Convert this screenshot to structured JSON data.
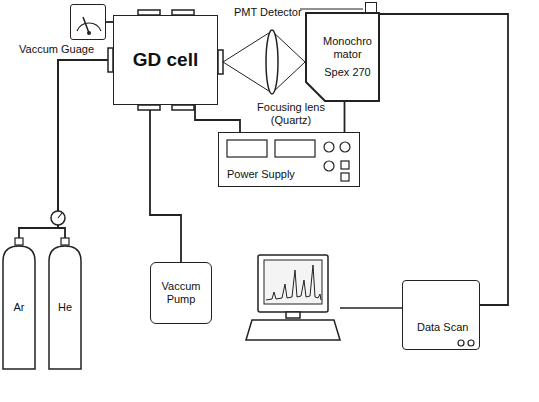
{
  "diagram": {
    "nodes": [
      {
        "text": [
          "Vaccum Guage"
        ]
      },
      {
        "text": [
          "GD cell"
        ]
      },
      {
        "text": [
          "PMT Detector"
        ]
      },
      {
        "text": [
          "Monochro mator",
          "Spex 270"
        ]
      },
      {
        "text": [
          "Power Supply"
        ]
      },
      {
        "text": [
          "Ar"
        ]
      },
      {
        "text": [
          "He"
        ]
      },
      {
        "text": [
          "Vaccum Pump"
        ]
      },
      {
        "text": [
          "Data Scan"
        ]
      }
    ],
    "edges": [
      {
        "from": 0,
        "to": 1,
        "arrow": "none"
      },
      {
        "from": 5,
        "to": 1,
        "arrow": "none"
      },
      {
        "from": 6,
        "to": 1,
        "arrow": "none"
      },
      {
        "from": 1,
        "to": 7,
        "arrow": "none"
      },
      {
        "from": 1,
        "to": 4,
        "arrow": "none"
      },
      {
        "from": 3,
        "to": 4,
        "arrow": "none"
      },
      {
        "from": 2,
        "to": 8,
        "arrow": "none"
      }
    ],
    "labels": [
      "Focusing lens (Quartz)"
    ]
  }
}
